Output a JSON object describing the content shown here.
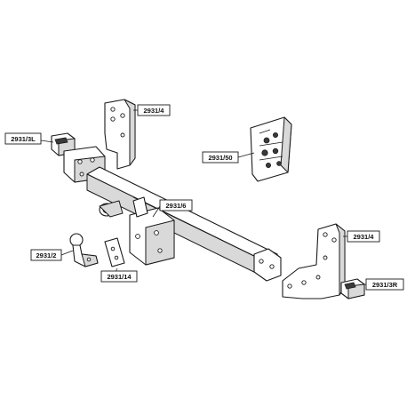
{
  "labels": {
    "bracket_left_upper": "2931/4",
    "side_plate_left": "2931/3L",
    "bolt_kit": "2931/50",
    "main_bar": "2931/6",
    "bracket_right": "2931/4",
    "tow_ball": "2931/2",
    "spacer_plate": "2931/14",
    "side_plate_right": "2931/3R"
  }
}
